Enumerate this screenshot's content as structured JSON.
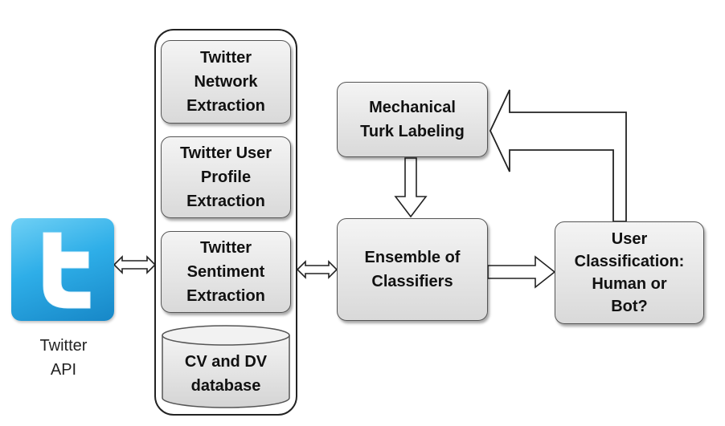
{
  "twitter_api": {
    "label": "Twitter\nAPI",
    "logo_letter": "t",
    "logo_color": "#2eaee8"
  },
  "extraction_modules": [
    {
      "label": "Twitter\nNetwork\nExtraction"
    },
    {
      "label": "Twitter User\nProfile\nExtraction"
    },
    {
      "label": "Twitter\nSentiment\nExtraction"
    }
  ],
  "database": {
    "label": "CV and DV\ndatabase"
  },
  "mechanical_turk": {
    "label": "Mechanical\nTurk Labeling"
  },
  "ensemble": {
    "label": "Ensemble of\nClassifiers"
  },
  "classification": {
    "label": "User\nClassification:\nHuman or\nBot?"
  },
  "colors": {
    "box_fill_top": "#f4f4f4",
    "box_fill_bottom": "#d9d9d9",
    "border": "#555555",
    "arrow": "#222222"
  }
}
